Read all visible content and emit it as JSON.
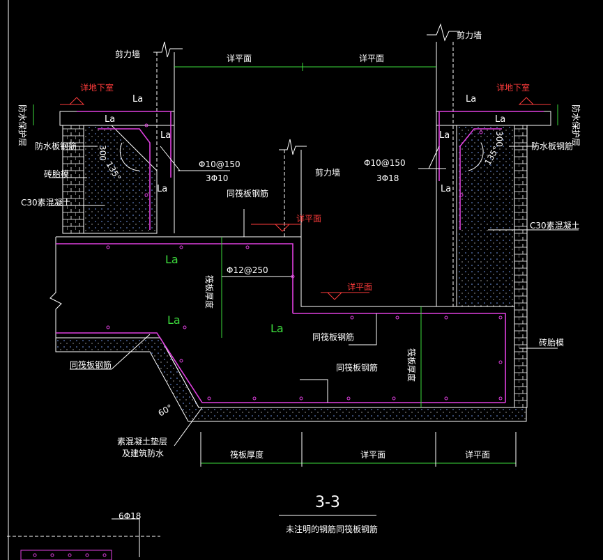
{
  "labels": {
    "shear_wall": "剪力墙",
    "see_plan": "详平面",
    "see_basement": "详地下室",
    "waterproof_protect": "防水保护层",
    "waterproof_rebar": "防水板钢筋",
    "brick_mould": "砖胎模",
    "c30_concrete": "C30素混凝土",
    "same_raft_rebar": "同筏板钢筋",
    "raft_thickness": "筏板厚度",
    "la": "La",
    "rebar_phi10_150": "Φ10@150",
    "rebar_3phi10": "3Φ10",
    "rebar_3phi18": "3Φ18",
    "rebar_phi12_250": "Φ12@250",
    "rebar_6phi18": "6Φ18",
    "dim_300": "300",
    "angle_135": "135°",
    "angle_60": "60°",
    "cushion_line1": "素混凝土垫层",
    "cushion_line2": "及建筑防水",
    "section_title": "3-3",
    "note": "未注明的钢筋同筏板钢筋"
  },
  "colors": {
    "background": "#000000",
    "line": "#ffffff",
    "dimension": "#3ddc3d",
    "rebar": "#e040e0",
    "callout": "#ff3b3b"
  }
}
